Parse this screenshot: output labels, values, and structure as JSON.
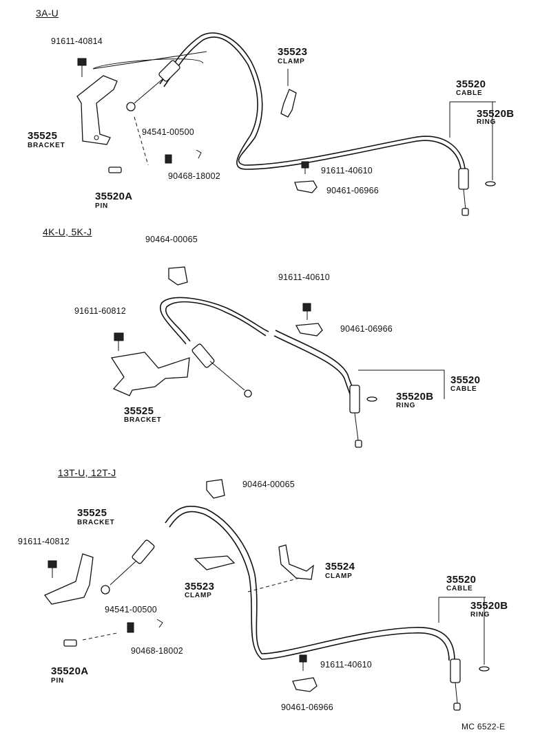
{
  "footer_code": "MC 6522-E",
  "sections": [
    {
      "title": "3A-U",
      "parts": {
        "bolt_top": "91611-40814",
        "clamp_num": "35523",
        "clamp_name": "CLAMP",
        "cable_num": "35520",
        "cable_name": "CABLE",
        "ring_num": "35520B",
        "ring_name": "RING",
        "bracket_num": "35525",
        "bracket_name": "BRACKET",
        "clip": "94541-00500",
        "bolt_right": "91611-40610",
        "cotter": "90468-18002",
        "nut_right": "90461-06966",
        "pin_num": "35520A",
        "pin_name": "PIN"
      }
    },
    {
      "title": "4K-U, 5K-J",
      "parts": {
        "clip_top": "90464-00065",
        "bolt_right": "91611-40610",
        "bolt_left": "91611-60812",
        "nut_right": "90461-06966",
        "cable_num": "35520",
        "cable_name": "CABLE",
        "ring_num": "35520B",
        "ring_name": "RING",
        "bracket_num": "35525",
        "bracket_name": "BRACKET"
      }
    },
    {
      "title": "13T-U, 12T-J",
      "parts": {
        "clip_top": "90464-00065",
        "bracket_num": "35525",
        "bracket_name": "BRACKET",
        "bolt_left": "91611-40812",
        "clamp2_num": "35524",
        "clamp2_name": "CLAMP",
        "clamp_num": "35523",
        "clamp_name": "CLAMP",
        "cable_num": "35520",
        "cable_name": "CABLE",
        "clip": "94541-00500",
        "ring_num": "35520B",
        "ring_name": "RING",
        "cotter": "90468-18002",
        "bolt_right": "91611-40610",
        "pin_num": "35520A",
        "pin_name": "PIN",
        "nut_right": "90461-06966"
      }
    }
  ]
}
